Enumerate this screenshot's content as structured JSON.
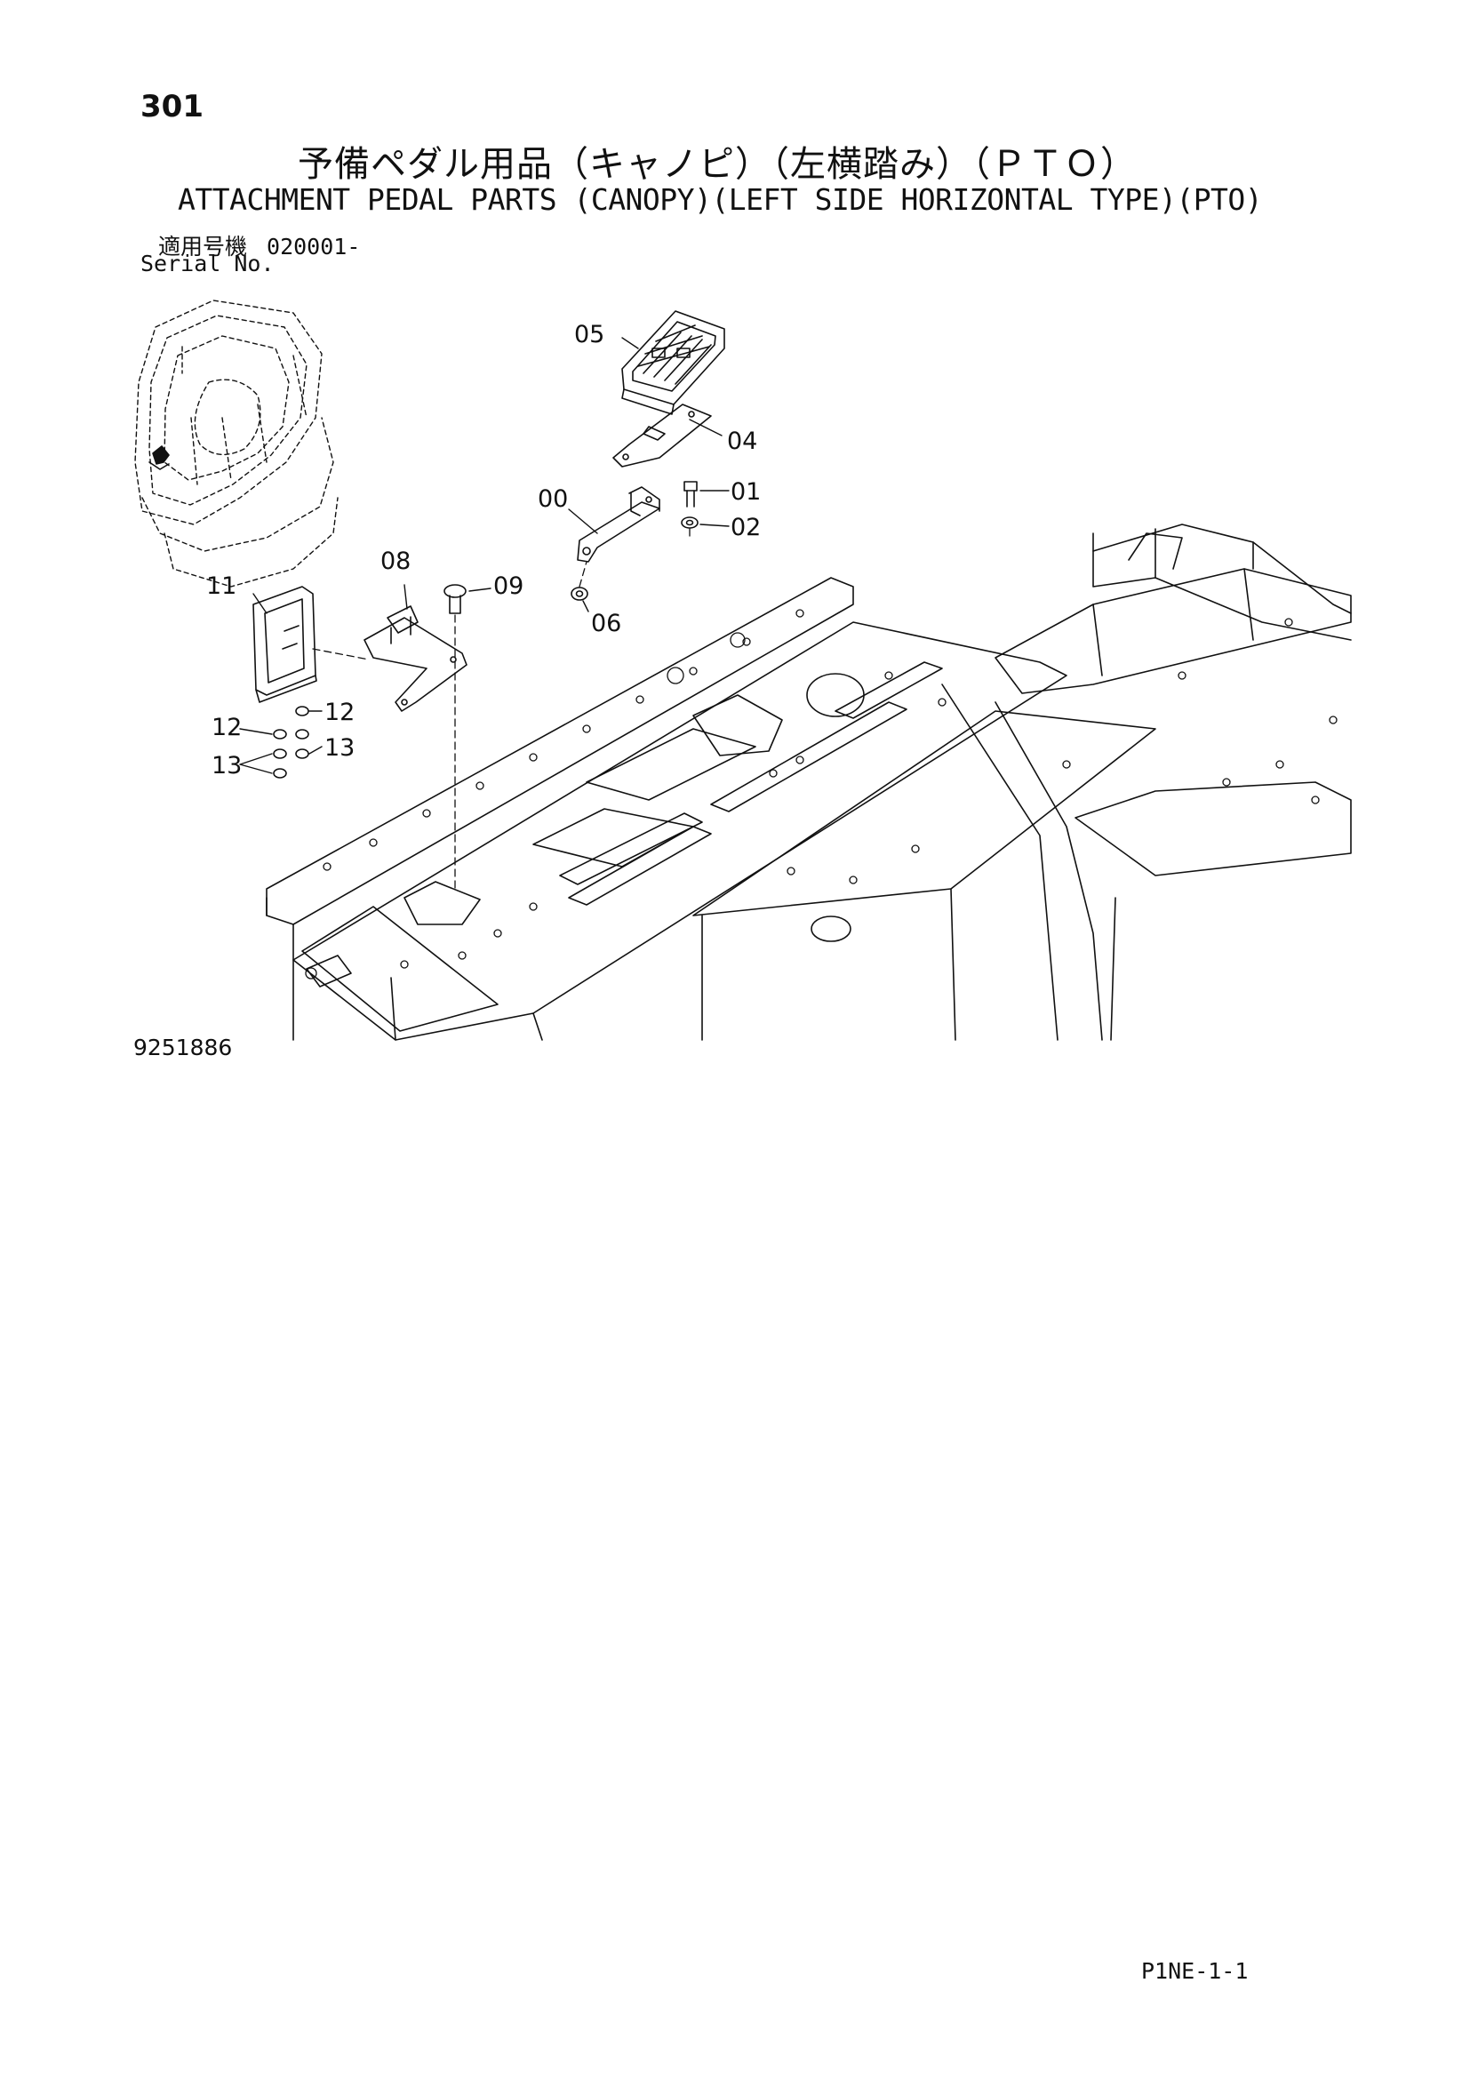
{
  "page": {
    "number": "301",
    "title_jp": "予備ペダル用品（キャノピ）（左横踏み）（ＰＴＯ）",
    "title_en": "ATTACHMENT PEDAL PARTS (CANOPY)(LEFT SIDE HORIZONTAL TYPE)(PTO)",
    "serial_label_jp": "適用号機",
    "serial_value": "020001-",
    "serial_label_en": "Serial No.",
    "drawing_number": "9251886",
    "footer_code": "P1NE-1-1"
  },
  "callouts": {
    "c00": "00",
    "c01": "01",
    "c02": "02",
    "c04": "04",
    "c05": "05",
    "c06": "06",
    "c08": "08",
    "c09": "09",
    "c11": "11",
    "c12a": "12",
    "c12b": "12",
    "c13a": "13",
    "c13b": "13"
  },
  "colors": {
    "ink": "#111111",
    "paper": "#ffffff"
  }
}
